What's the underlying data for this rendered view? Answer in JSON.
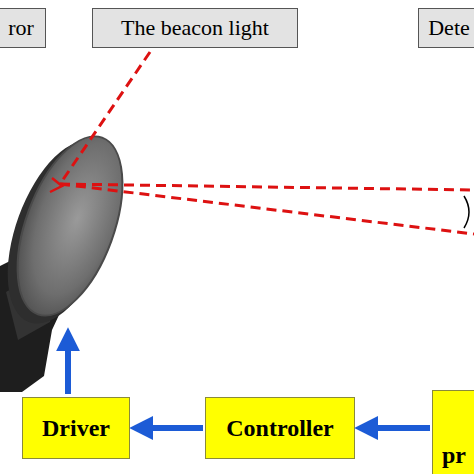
{
  "diagram": {
    "nodes": [
      {
        "text": [
          "ror"
        ]
      },
      {
        "text": [
          "The beacon light"
        ]
      },
      {
        "text": [
          "Dete"
        ]
      },
      {
        "text": [
          "Driver"
        ]
      },
      {
        "text": [
          "Controller"
        ]
      },
      {
        "text": [
          "pr"
        ]
      }
    ],
    "edges": [
      {
        "from": 5,
        "to": 4,
        "arrow": "to"
      },
      {
        "from": 4,
        "to": 3,
        "arrow": "to"
      }
    ]
  }
}
